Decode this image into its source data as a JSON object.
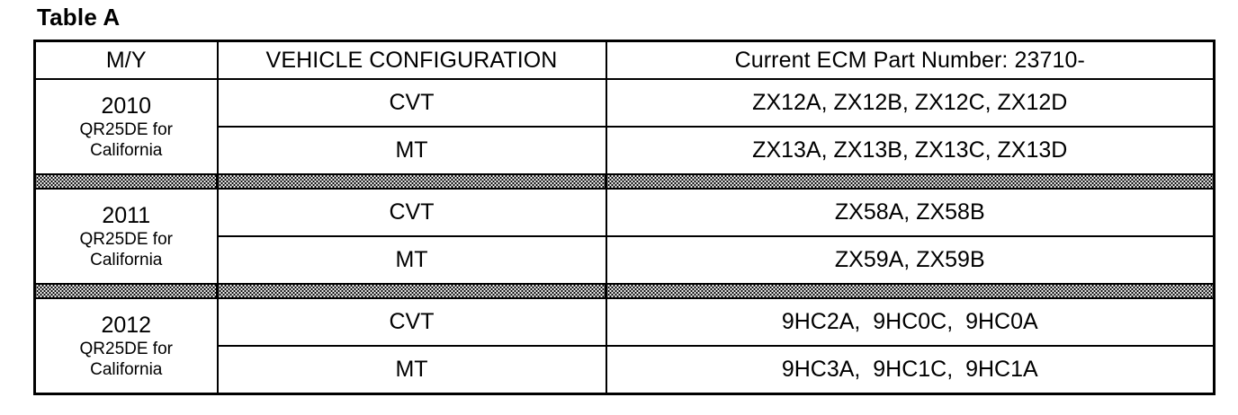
{
  "title": "Table A",
  "table": {
    "columns": [
      {
        "key": "my",
        "header": "M/Y"
      },
      {
        "key": "config",
        "header": "VEHICLE CONFIGURATION"
      },
      {
        "key": "part",
        "header": "Current ECM Part Number: 23710-"
      }
    ],
    "groups": [
      {
        "year": "2010",
        "engine_note": "QR25DE for",
        "region_note": "California",
        "rows": [
          {
            "config": "CVT",
            "part": "ZX12A, ZX12B, ZX12C, ZX12D"
          },
          {
            "config": "MT",
            "part": "ZX13A, ZX13B, ZX13C, ZX13D"
          }
        ]
      },
      {
        "year": "2011",
        "engine_note": "QR25DE for",
        "region_note": "California",
        "rows": [
          {
            "config": "CVT",
            "part": "ZX58A, ZX58B"
          },
          {
            "config": "MT",
            "part": "ZX59A, ZX59B"
          }
        ]
      },
      {
        "year": "2012",
        "engine_note": "QR25DE for",
        "region_note": "California",
        "rows": [
          {
            "config": "CVT",
            "part": "9HC2A,  9HC0C,  9HC0A"
          },
          {
            "config": "MT",
            "part": "9HC3A,  9HC1C,  9HC1A"
          }
        ]
      }
    ]
  }
}
